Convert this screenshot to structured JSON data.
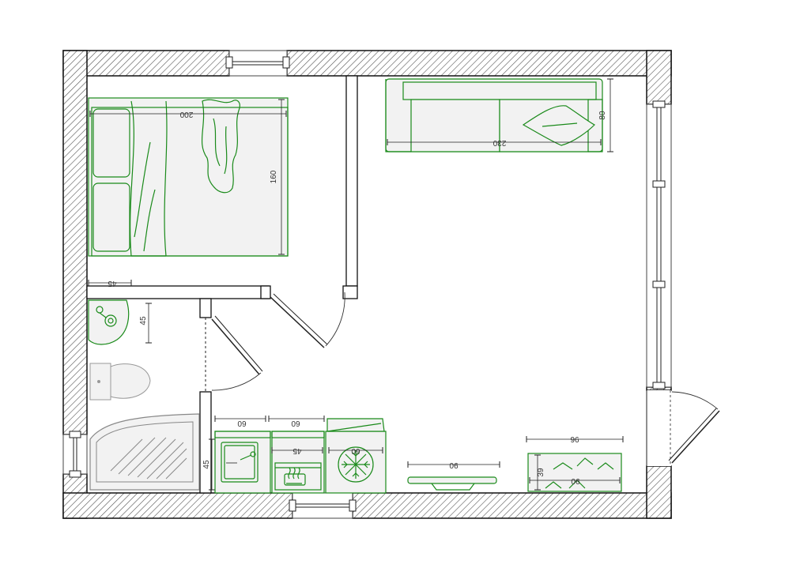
{
  "colors": {
    "furniture_stroke": "#1a8a1a",
    "wall_stroke": "#111111",
    "hatch": "#555555",
    "furniture_fill": "#f2f2f2"
  },
  "dimensions": {
    "bed_length": "200",
    "bed_width": "160",
    "sofa_length": "230",
    "sofa_depth": "80",
    "bedroom_passage": "45",
    "sink_clearance": "45",
    "shower_clearance": "45",
    "cabinet_1": "60",
    "cabinet_2": "60",
    "fridge": "60",
    "stove_clearance": "45",
    "table_width": "90",
    "desk_outer": "96",
    "desk_inner": "90",
    "desk_depth": "39"
  }
}
